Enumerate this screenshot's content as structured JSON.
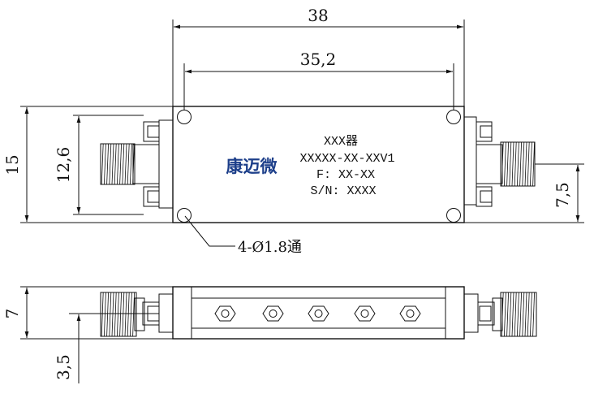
{
  "dimensions": {
    "overall_width": "38",
    "hole_spacing": "35,2",
    "overall_height": "15",
    "inner_height": "12,6",
    "connector_offset": "7,5",
    "side_height": "7",
    "side_offset": "3,5",
    "hole_callout": "4-Ø1.8通"
  },
  "label": {
    "line1": "XXX器",
    "line2": "XXXXX-XX-XXV1",
    "line3": "F: XX-XX",
    "line4": "S/N: XXXX"
  },
  "logo": {
    "text": "康迈微",
    "color": "#1d3f8a"
  },
  "colors": {
    "line": "#111111",
    "background": "#ffffff"
  }
}
